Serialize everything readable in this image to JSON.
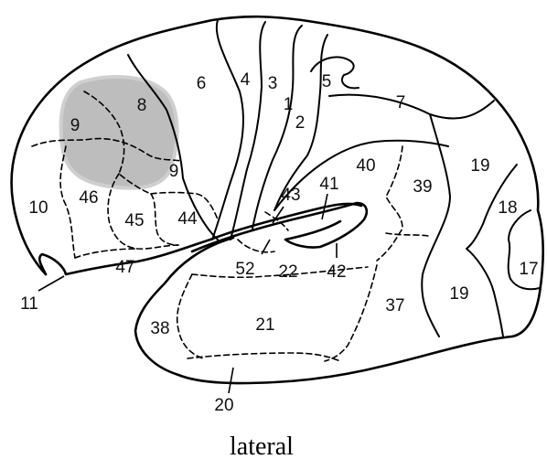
{
  "caption": "lateral",
  "highlight_color": "#bdbdbd",
  "areas": [
    {
      "id": "a9-top",
      "label": "9"
    },
    {
      "id": "a8",
      "label": "8"
    },
    {
      "id": "a6",
      "label": "6"
    },
    {
      "id": "a4",
      "label": "4"
    },
    {
      "id": "a3",
      "label": "3"
    },
    {
      "id": "a1",
      "label": "1"
    },
    {
      "id": "a2",
      "label": "2"
    },
    {
      "id": "a5",
      "label": "5"
    },
    {
      "id": "a7",
      "label": "7"
    },
    {
      "id": "a9-low",
      "label": "9"
    },
    {
      "id": "a40",
      "label": "40"
    },
    {
      "id": "a39",
      "label": "39"
    },
    {
      "id": "a19-top",
      "label": "19"
    },
    {
      "id": "a18",
      "label": "18"
    },
    {
      "id": "a17",
      "label": "17"
    },
    {
      "id": "a19-low",
      "label": "19"
    },
    {
      "id": "a10",
      "label": "10"
    },
    {
      "id": "a46",
      "label": "46"
    },
    {
      "id": "a45",
      "label": "45"
    },
    {
      "id": "a44",
      "label": "44"
    },
    {
      "id": "a43",
      "label": "43"
    },
    {
      "id": "a41",
      "label": "41"
    },
    {
      "id": "a47",
      "label": "47"
    },
    {
      "id": "a52",
      "label": "52"
    },
    {
      "id": "a22",
      "label": "22"
    },
    {
      "id": "a42",
      "label": "42"
    },
    {
      "id": "a11",
      "label": "11"
    },
    {
      "id": "a38",
      "label": "38"
    },
    {
      "id": "a21",
      "label": "21"
    },
    {
      "id": "a37",
      "label": "37"
    },
    {
      "id": "a20",
      "label": "20"
    }
  ]
}
